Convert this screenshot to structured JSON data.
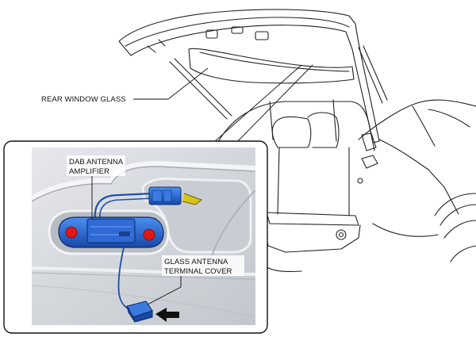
{
  "labels": {
    "rear_window_glass": "REAR WINDOW GLASS",
    "dab_line1": "DAB ANTENNA",
    "dab_line2": "AMPLIFIER",
    "terminal_line1": "GLASS ANTENNA",
    "terminal_line2": "TERMINAL COVER"
  },
  "colors": {
    "amplifier_blue": "#1f5fc9",
    "bolt_red": "#e01818",
    "panel_gray": "#d6d9de",
    "harness_yellow": "#d8c418",
    "arrow": "#111111"
  }
}
